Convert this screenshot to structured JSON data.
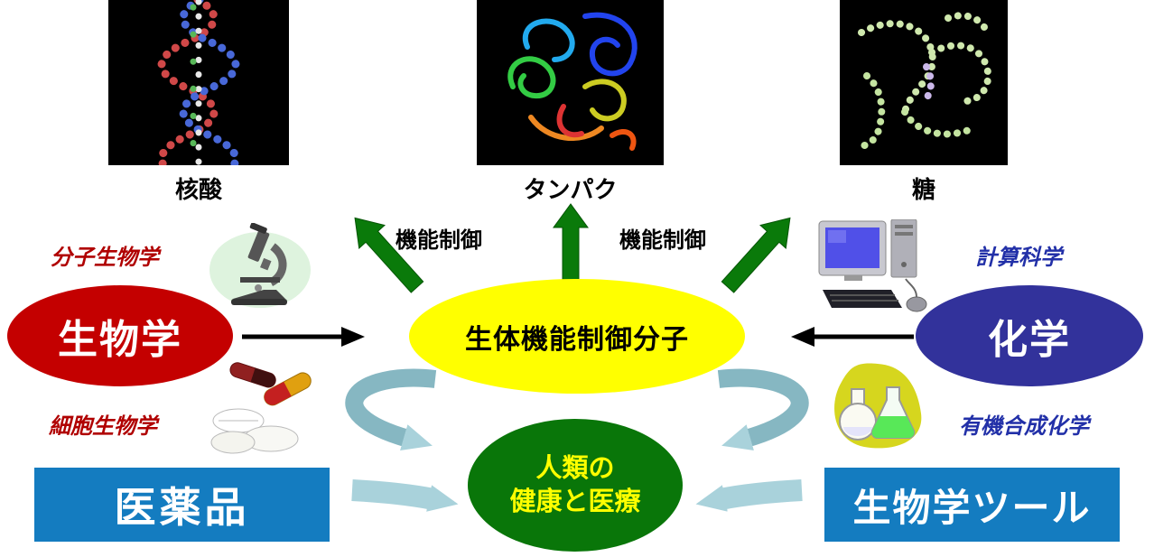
{
  "molecules": [
    {
      "id": "dna",
      "label": "核酸"
    },
    {
      "id": "protein",
      "label": "タンパク"
    },
    {
      "id": "sugar",
      "label": "糖"
    }
  ],
  "labels": {
    "function_left": "機能制御",
    "function_right": "機能制御"
  },
  "fields": {
    "biology": {
      "label": "生物学",
      "sub_top": "分子生物学",
      "sub_bottom": "細胞生物学"
    },
    "chemistry": {
      "label": "化学",
      "sub_top": "計算科学",
      "sub_bottom": "有機合成化学"
    }
  },
  "center": {
    "label": "生体機能制御分子"
  },
  "goal": {
    "line1": "人類の",
    "line2": "健康と医療"
  },
  "outputs": {
    "left": "医薬品",
    "right": "生物学ツール"
  },
  "icons": [
    "dna-image",
    "protein-image",
    "sugar-image",
    "microscope-icon",
    "pills-icon",
    "computer-icon",
    "flasks-icon"
  ],
  "colors": {
    "biology_ellipse": "#c40000",
    "chemistry_ellipse": "#32329b",
    "center_ellipse": "#ffff00",
    "goal_ellipse": "#097609",
    "goal_text": "#ffff00",
    "output_box": "#147cc0",
    "green_arrow": "#0a7a0a",
    "teal_arrow_dark": "#86b7c2",
    "teal_arrow_light": "#a9d2db",
    "biology_sub_text": "#b00000",
    "chemistry_sub_text": "#2230a8",
    "black_arrow": "#000000"
  }
}
